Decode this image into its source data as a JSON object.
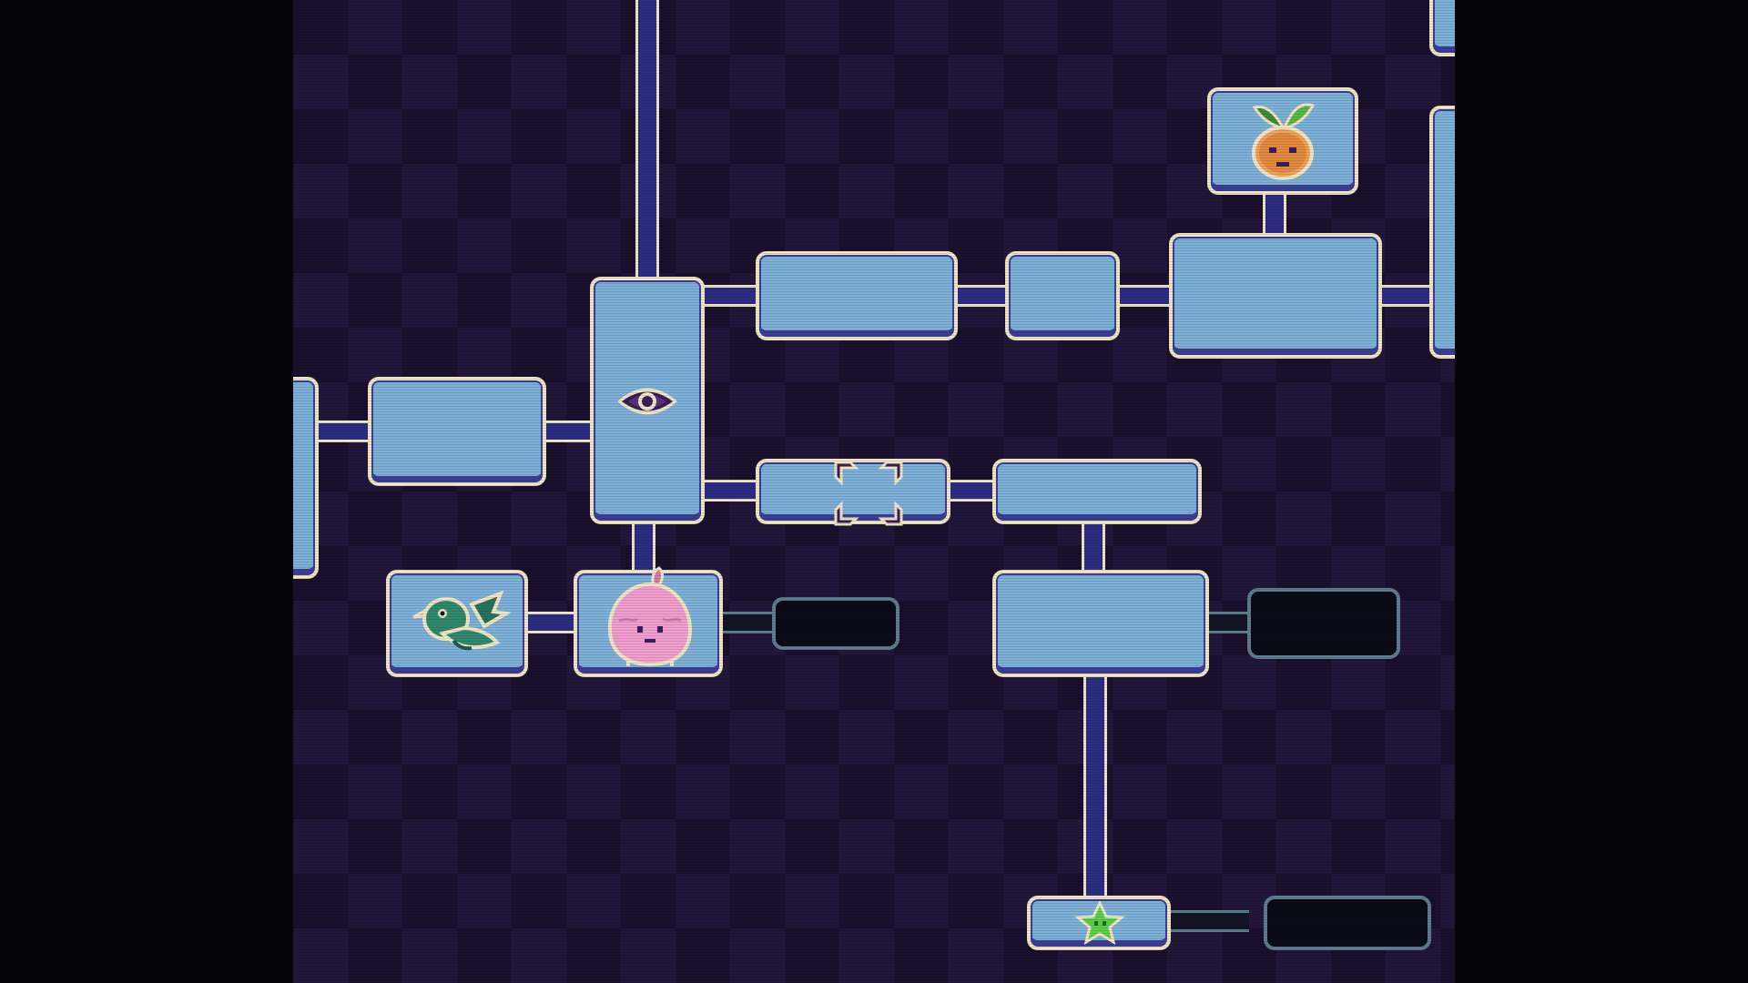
{
  "map": {
    "rooms": [
      {
        "id": "room-far-left",
        "type": "explored"
      },
      {
        "id": "room-west",
        "type": "explored"
      },
      {
        "id": "room-eye-shrine",
        "type": "explored",
        "icon": "eye-icon"
      },
      {
        "id": "room-north-long",
        "type": "explored"
      },
      {
        "id": "room-north-small",
        "type": "explored"
      },
      {
        "id": "room-northeast-large",
        "type": "explored"
      },
      {
        "id": "room-radish-npc",
        "type": "explored",
        "icon": "radish-sprout-icon"
      },
      {
        "id": "room-east-edge",
        "type": "explored"
      },
      {
        "id": "room-current",
        "type": "explored",
        "icon": "current-position-brackets-icon"
      },
      {
        "id": "room-center-east",
        "type": "explored"
      },
      {
        "id": "room-bird-npc",
        "type": "explored",
        "icon": "green-bird-icon"
      },
      {
        "id": "room-pink-npc",
        "type": "explored",
        "icon": "pink-fluff-creature-icon"
      },
      {
        "id": "room-south-east",
        "type": "explored"
      },
      {
        "id": "room-star-save",
        "type": "explored",
        "icon": "green-star-icon"
      },
      {
        "id": "room-unexplored-1",
        "type": "unexplored"
      },
      {
        "id": "room-unexplored-2",
        "type": "unexplored"
      },
      {
        "id": "room-unexplored-3",
        "type": "unexplored"
      }
    ],
    "colors": {
      "background": "#1a0f2c",
      "room_fill": "#7eb1d8",
      "room_border": "#f1e6c6",
      "corridor": "#2c2d82",
      "unexplored_border": "#5e7d8e",
      "letterbox": "#05040c"
    }
  }
}
